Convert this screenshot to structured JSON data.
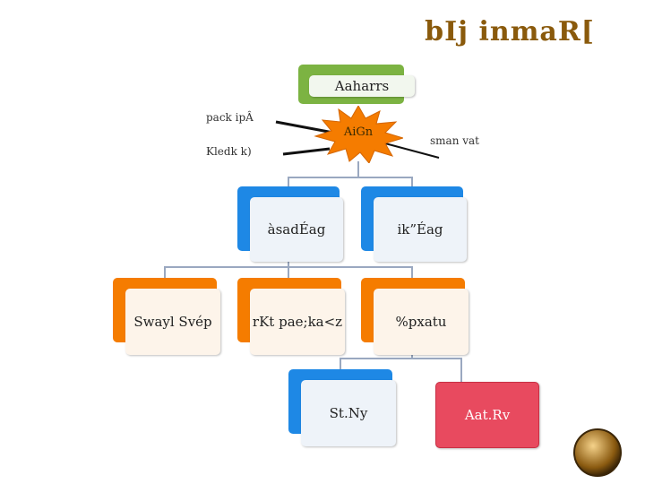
{
  "title": "bIj inmaR[",
  "labels": {
    "pack": "pack ipÂ",
    "kledk": "Kledk k)",
    "sman": "sman vat"
  },
  "nodes": {
    "top": "Aaharrs",
    "star": "AiGn",
    "left": "àsadÉag",
    "right": "ik”Éag",
    "l3_1": "Swayl Svép",
    "l3_2": "rKt pae;ka<z",
    "l3_3": "%pxatu",
    "l4_1": "St.Ny",
    "l4_2": "Aat.Rv"
  },
  "colors": {
    "green": "#7cb342",
    "orange": "#f57c00",
    "blue": "#1e88e5",
    "red": "#e84a5f",
    "title": "#8a5a0c"
  },
  "icons": {
    "emblem": "decorative-emblem-icon"
  }
}
